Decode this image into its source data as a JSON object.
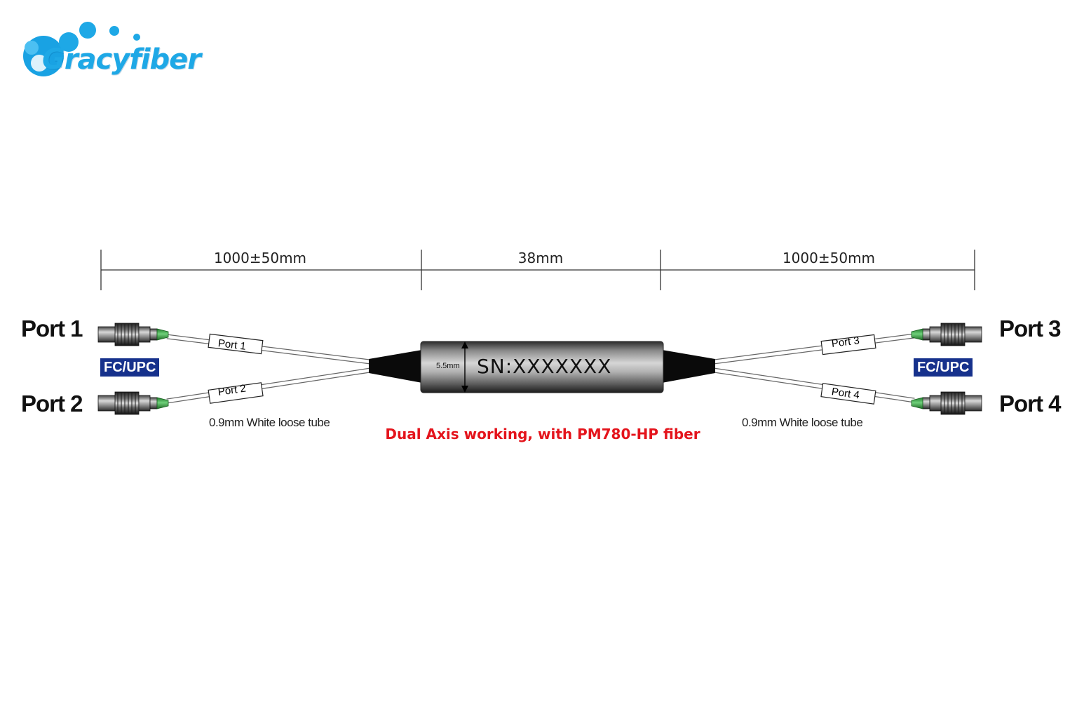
{
  "brand": {
    "name": "Gracyfiber",
    "color": "#1ea8e6"
  },
  "dimensions": {
    "left_lead": "1000±50mm",
    "body": "38mm",
    "right_lead": "1000±50mm"
  },
  "device": {
    "serial": "SN:XXXXXXX",
    "diameter": "5.5mm"
  },
  "ports": {
    "port1": "Port 1",
    "port2": "Port 2",
    "port3": "Port 3",
    "port4": "Port 4"
  },
  "fiber_tags": {
    "port1": "Port 1",
    "port2": "Port 2",
    "port3": "Port 3",
    "port4": "Port 4"
  },
  "connectors": {
    "left": "FC/UPC",
    "right": "FC/UPC",
    "badge_color": "#16318c",
    "boot_color": "#3fae49"
  },
  "tube_notes": {
    "left": "0.9mm White loose tube",
    "right": "0.9mm White loose tube"
  },
  "working_note": {
    "text": "Dual Axis working, with PM780-HP fiber",
    "color": "#e4141c"
  }
}
